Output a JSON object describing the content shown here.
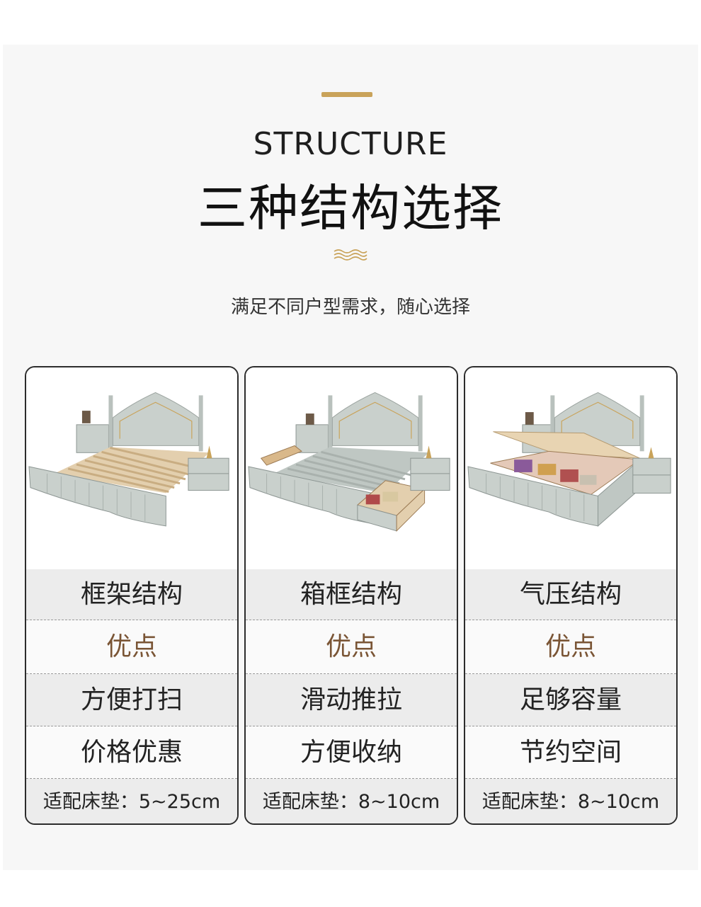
{
  "header": {
    "en_title": "STRUCTURE",
    "cn_title": "三种结构选择",
    "subtitle": "满足不同户型需求，随心选择",
    "accent_color": "#c9a35a",
    "divider_icon": "wave-icon"
  },
  "cards": [
    {
      "name": "框架结构",
      "advantage_label": "优点",
      "feature_1": "方便打扫",
      "feature_2": "价格优惠",
      "mattress": "适配床垫：5~25cm",
      "image": "bed-frame-slats-image"
    },
    {
      "name": "箱框结构",
      "advantage_label": "优点",
      "feature_1": "滑动推拉",
      "feature_2": "方便收纳",
      "mattress": "适配床垫：8~10cm",
      "image": "bed-drawer-storage-image"
    },
    {
      "name": "气压结构",
      "advantage_label": "优点",
      "feature_1": "足够容量",
      "feature_2": "节约空间",
      "mattress": "适配床垫：8~10cm",
      "image": "bed-hydraulic-lift-image"
    }
  ],
  "colors": {
    "advantage_text": "#7a5535",
    "card_border": "#2c2c2c",
    "bed_paint": "#c9d0cc"
  }
}
